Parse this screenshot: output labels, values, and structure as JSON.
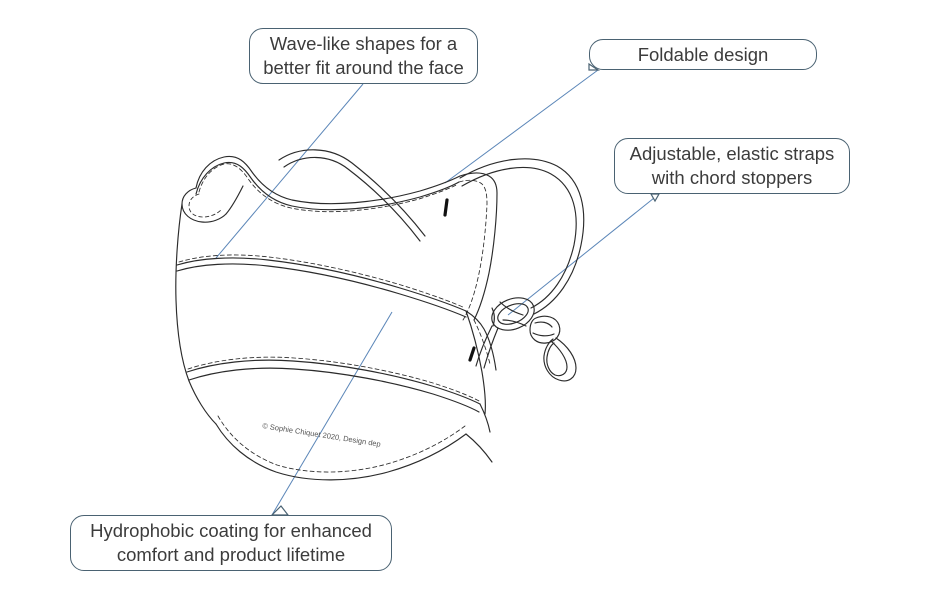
{
  "document": {
    "title": "Annotated face mask design illustration",
    "background_color": "#ffffff"
  },
  "illustration": {
    "name": "technical-line-drawing-face-mask",
    "description": "Three-quarter view line drawing of a fabric face mask with ear straps and a cord stopper",
    "line_color": "#2b2b2b",
    "credit_text": "© Sophie Chiquet 2020, Design dep",
    "parts": [
      "mask-body",
      "wave-seam-upper",
      "wave-seam-lower",
      "nose-bridge",
      "side-panel",
      "ear-strap-loop",
      "cord-stopper",
      "cord-knot",
      "cord-tail-loop",
      "seam-tick-upper",
      "seam-tick-lower"
    ]
  },
  "callouts": [
    {
      "id": "wave",
      "label": "Wave-like shapes for a\nbetter fit around the face",
      "leader_color": "#5b86b8"
    },
    {
      "id": "foldable",
      "label": "Foldable design",
      "leader_color": "#5b86b8"
    },
    {
      "id": "straps",
      "label": "Adjustable, elastic straps\nwith chord stoppers",
      "leader_color": "#5b86b8"
    },
    {
      "id": "hydrophobic",
      "label": "Hydrophobic coating for enhanced\ncomfort and product lifetime",
      "leader_color": "#5b86b8"
    }
  ],
  "colors": {
    "callout_border": "#4a6272",
    "callout_text": "#3c3c3c",
    "leader_line": "#5b86b8",
    "drawing_line": "#2b2b2b",
    "background": "#ffffff"
  }
}
